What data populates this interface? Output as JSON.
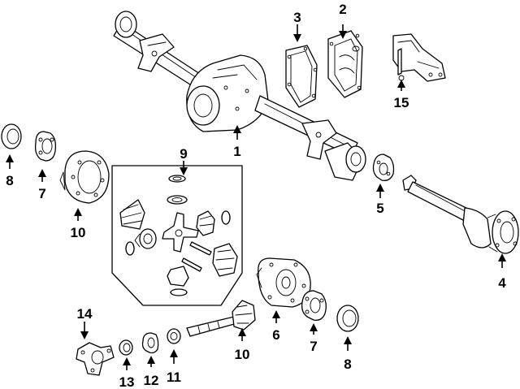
{
  "callouts": [
    {
      "id": "c1",
      "text": "1"
    },
    {
      "id": "c2",
      "text": "2"
    },
    {
      "id": "c3",
      "text": "3"
    },
    {
      "id": "c4",
      "text": "4"
    },
    {
      "id": "c5",
      "text": "5"
    },
    {
      "id": "c6",
      "text": "6"
    },
    {
      "id": "c7a",
      "text": "7"
    },
    {
      "id": "c7b",
      "text": "7"
    },
    {
      "id": "c8a",
      "text": "8"
    },
    {
      "id": "c8b",
      "text": "8"
    },
    {
      "id": "c9",
      "text": "9"
    },
    {
      "id": "c10a",
      "text": "10"
    },
    {
      "id": "c10b",
      "text": "10"
    },
    {
      "id": "c11",
      "text": "11"
    },
    {
      "id": "c12",
      "text": "12"
    },
    {
      "id": "c13",
      "text": "13"
    },
    {
      "id": "c14",
      "text": "14"
    },
    {
      "id": "c15",
      "text": "15"
    }
  ]
}
